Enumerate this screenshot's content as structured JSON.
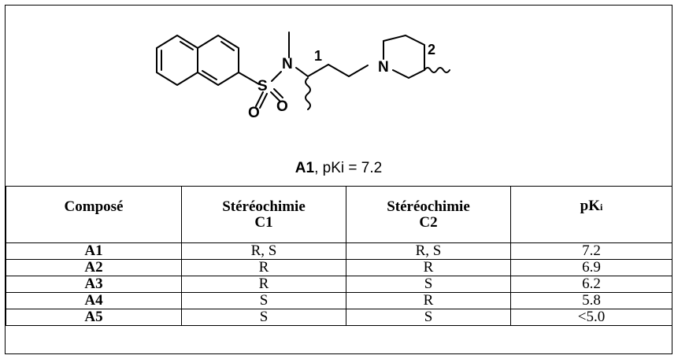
{
  "structure": {
    "atoms": {
      "nitrogen_sulfonamide": "N",
      "sulfur": "S",
      "oxygen_1": "O",
      "oxygen_2": "O",
      "nitrogen_piperidine": "N"
    },
    "stereocenter_labels": [
      "1",
      "2"
    ]
  },
  "caption": {
    "compound": "A1",
    "rest_prefix": ", pK",
    "rest_suffix": "i = 7.2"
  },
  "table": {
    "headers": {
      "col1": "Composé",
      "col2_line1": "Stéréochimie",
      "col2_line2": "C1",
      "col3_line1": "Stéréochimie",
      "col3_line2": "C2",
      "col4_main": "pK",
      "col4_sub": "i"
    },
    "rows": [
      {
        "compound": "A1",
        "c1": "R, S",
        "c2": "R, S",
        "pki": "7.2"
      },
      {
        "compound": "A2",
        "c1": "R",
        "c2": "R",
        "pki": "6.9"
      },
      {
        "compound": "A3",
        "c1": "R",
        "c2": "S",
        "pki": "6.2"
      },
      {
        "compound": "A4",
        "c1": "S",
        "c2": "R",
        "pki": "5.8"
      },
      {
        "compound": "A5",
        "c1": "S",
        "c2": "S",
        "pki": "<5.0"
      }
    ]
  }
}
